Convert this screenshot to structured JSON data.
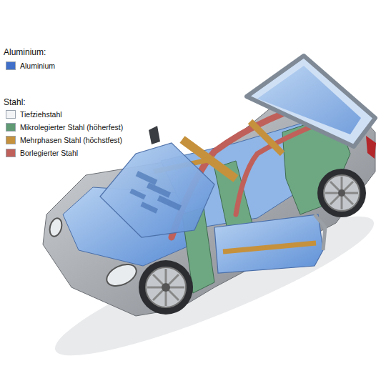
{
  "diagram": {
    "labels": [
      "Aluminium:",
      "Stahl:"
    ],
    "legend": [
      {
        "text": "Aluminium",
        "color": "#3f6fc8"
      },
      {
        "text": "Tiefziehstahl",
        "color": "#f2f4f6"
      },
      {
        "text": "Mikrolegierter Stahl (höherfest)",
        "color": "#5f9a74"
      },
      {
        "text": "Mehrphasen Stahl (höchstfest)",
        "color": "#c6913c"
      },
      {
        "text": "Borlegierter Stahl",
        "color": "#c0605a"
      }
    ]
  }
}
